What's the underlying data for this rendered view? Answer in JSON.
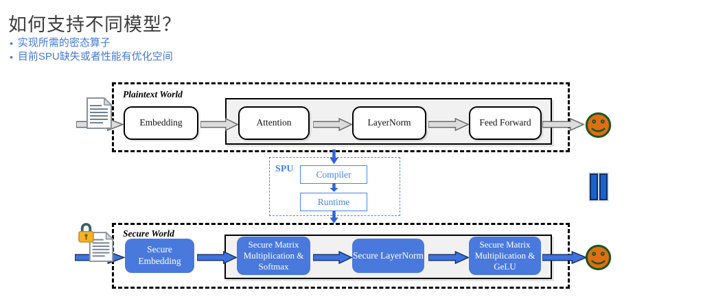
{
  "slide": {
    "title": "如何支持不同模型？",
    "bullets": [
      "实现所需的密态算子",
      "目前SPU缺失或者性能有优化空间"
    ]
  },
  "diagram": {
    "plaintext_world": {
      "label": "Plaintext World",
      "nodes": {
        "embedding": "Embedding",
        "attention": "Attention",
        "layernorm": "LayerNorm",
        "feed_forward": "Feed Forward"
      }
    },
    "spu": {
      "label": "SPU",
      "compiler": "Compiler",
      "runtime": "Runtime"
    },
    "secure_world": {
      "label": "Secure World",
      "nodes": {
        "embedding": "Secure Embedding",
        "matmul_softmax": "Secure Matrix Multiplication & Softmax",
        "layernorm": "Secure LayerNorm",
        "matmul_gelu": "Secure Matrix Multiplication & GeLU"
      }
    },
    "icons": {
      "plaintext_input": "document-icon",
      "secure_input": "lock-document-icon",
      "plaintext_output": "smiley-face-icon",
      "secure_output": "smiley-face-icon",
      "right_side": "pause-bars-icon"
    },
    "colors": {
      "bullet_blue": "#4478e0",
      "secure_node_blue": "#4a79dd",
      "arrow_blue_fill": "#3e72e0",
      "arrow_blue_border": "#17356e",
      "spu_blue": "#4285f4",
      "gray_arrow_fill": "#dcdcdc",
      "gray_arrow_border": "#6b6b6b",
      "smiley_orange": "#dd6e14",
      "smiley_green": "#1d551d",
      "lock_gold": "#f3b229"
    }
  }
}
